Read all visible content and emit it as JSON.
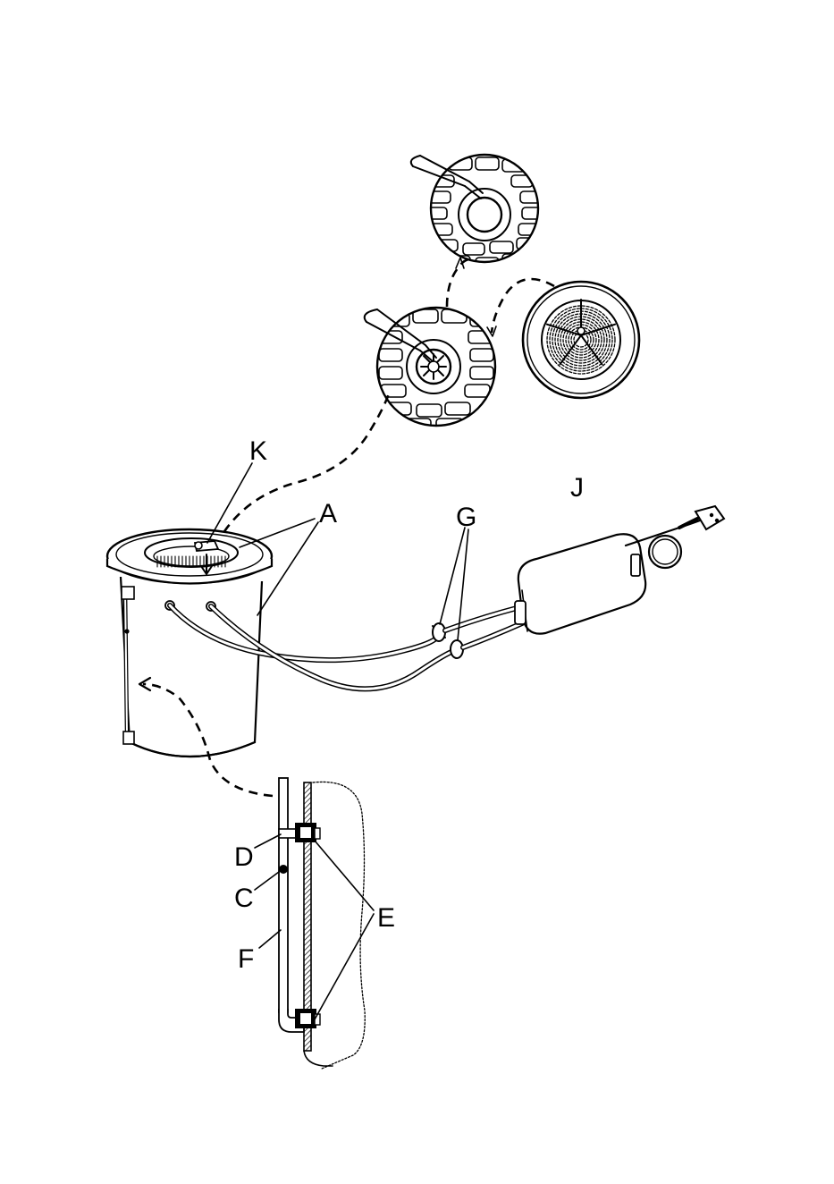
{
  "labels": {
    "k": "K",
    "a": "A",
    "g": "G",
    "j": "J",
    "d": "D",
    "c": "C",
    "e": "E",
    "f": "F"
  },
  "colors": {
    "ink": "#000000",
    "paper": "#ffffff"
  }
}
